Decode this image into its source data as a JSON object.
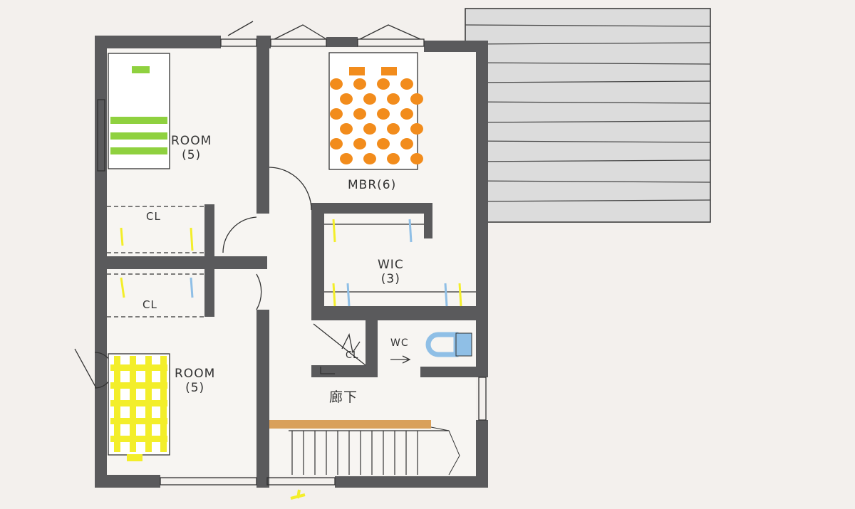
{
  "plan": {
    "rooms": [
      {
        "name": "ROOM",
        "size": "(5)"
      },
      {
        "name": "MBR(6)"
      },
      {
        "name": "WIC",
        "size": "(3)"
      },
      {
        "name": "ROOM",
        "size": "(5)"
      }
    ],
    "closets": [
      "CL",
      "CL",
      "CL"
    ],
    "wc": "WC",
    "corridor": "廊下"
  },
  "colors": {
    "wall": "#5a5a5c",
    "deck": "#d6d6d6",
    "green_bed": "#8fd13f",
    "orange_bed": "#f28c1c",
    "yellow_bed": "#f3ee2a",
    "blue_fixture": "#8fbfe6",
    "stair_bar": "#d9a05b"
  }
}
